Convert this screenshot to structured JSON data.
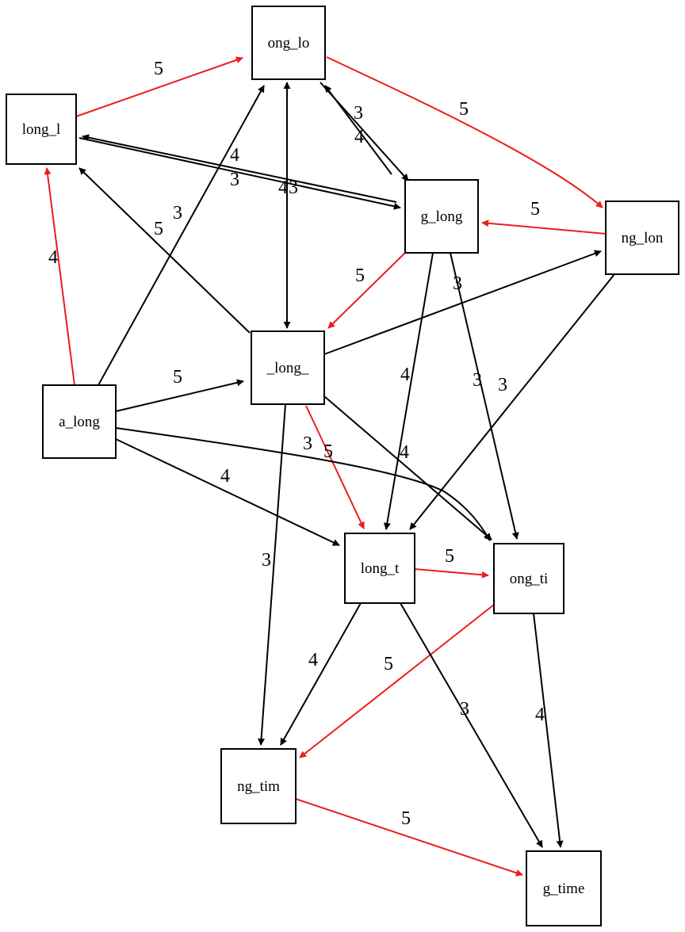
{
  "colors": {
    "red": "#ee1c1c",
    "black": "#000000"
  },
  "nodes": [
    {
      "id": "ong_lo",
      "label": "ong_lo"
    },
    {
      "id": "long_l",
      "label": "long_l"
    },
    {
      "id": "g_long",
      "label": "g_long"
    },
    {
      "id": "ng_lon",
      "label": "ng_lon"
    },
    {
      "id": "_long_",
      "label": "_long_"
    },
    {
      "id": "a_long",
      "label": "a_long"
    },
    {
      "id": "long_t",
      "label": "long_t"
    },
    {
      "id": "ong_ti",
      "label": "ong_ti"
    },
    {
      "id": "ng_tim",
      "label": "ng_tim"
    },
    {
      "id": "g_time",
      "label": "g_time"
    }
  ],
  "edges": [
    {
      "from": "long_l",
      "to": "ong_lo",
      "label": "5",
      "color": "red"
    },
    {
      "from": "ong_lo",
      "to": "ng_lon",
      "label": "5",
      "color": "red"
    },
    {
      "from": "ong_lo",
      "to": "g_long",
      "label": "3",
      "color": "black"
    },
    {
      "from": "g_long",
      "to": "ong_lo",
      "label": "4",
      "color": "black"
    },
    {
      "from": "long_l",
      "to": "g_long",
      "label": "4",
      "color": "black"
    },
    {
      "from": "g_long",
      "to": "long_l",
      "label": "3",
      "color": "black"
    },
    {
      "from": "ong_lo",
      "to": "_long_",
      "label": "4",
      "color": "black"
    },
    {
      "from": "_long_",
      "to": "ong_lo",
      "label": "3",
      "color": "black"
    },
    {
      "from": "ng_lon",
      "to": "g_long",
      "label": "5",
      "color": "red"
    },
    {
      "from": "g_long",
      "to": "_long_",
      "label": "5",
      "color": "red"
    },
    {
      "from": "a_long",
      "to": "long_l",
      "label": "4",
      "color": "red"
    },
    {
      "from": "a_long",
      "to": "ong_lo",
      "label": "3",
      "color": "black"
    },
    {
      "from": "_long_",
      "to": "long_l",
      "label": "5",
      "color": "black"
    },
    {
      "from": "a_long",
      "to": "_long_",
      "label": "5",
      "color": "black"
    },
    {
      "from": "_long_",
      "to": "ng_lon",
      "label": "3",
      "color": "black"
    },
    {
      "from": "g_long",
      "to": "long_t",
      "label": "4",
      "color": "black"
    },
    {
      "from": "g_long",
      "to": "ong_ti",
      "label": "3",
      "color": "black"
    },
    {
      "from": "ng_lon",
      "to": "long_t",
      "label": "3",
      "color": "black"
    },
    {
      "from": "_long_",
      "to": "long_t",
      "label": "5",
      "color": "red"
    },
    {
      "from": "_long_",
      "to": "ong_ti",
      "label": "4",
      "color": "black"
    },
    {
      "from": "a_long",
      "to": "ong_ti",
      "label": "3",
      "color": "black"
    },
    {
      "from": "a_long",
      "to": "long_t",
      "label": "4",
      "color": "black"
    },
    {
      "from": "_long_",
      "to": "ng_tim",
      "label": "3",
      "color": "black"
    },
    {
      "from": "long_t",
      "to": "ong_ti",
      "label": "5",
      "color": "red"
    },
    {
      "from": "long_t",
      "to": "ng_tim",
      "label": "4",
      "color": "black"
    },
    {
      "from": "ong_ti",
      "to": "ng_tim",
      "label": "5",
      "color": "red"
    },
    {
      "from": "long_t",
      "to": "g_time",
      "label": "3",
      "color": "black"
    },
    {
      "from": "ong_ti",
      "to": "g_time",
      "label": "4",
      "color": "black"
    },
    {
      "from": "ng_tim",
      "to": "g_time",
      "label": "5",
      "color": "red"
    }
  ]
}
